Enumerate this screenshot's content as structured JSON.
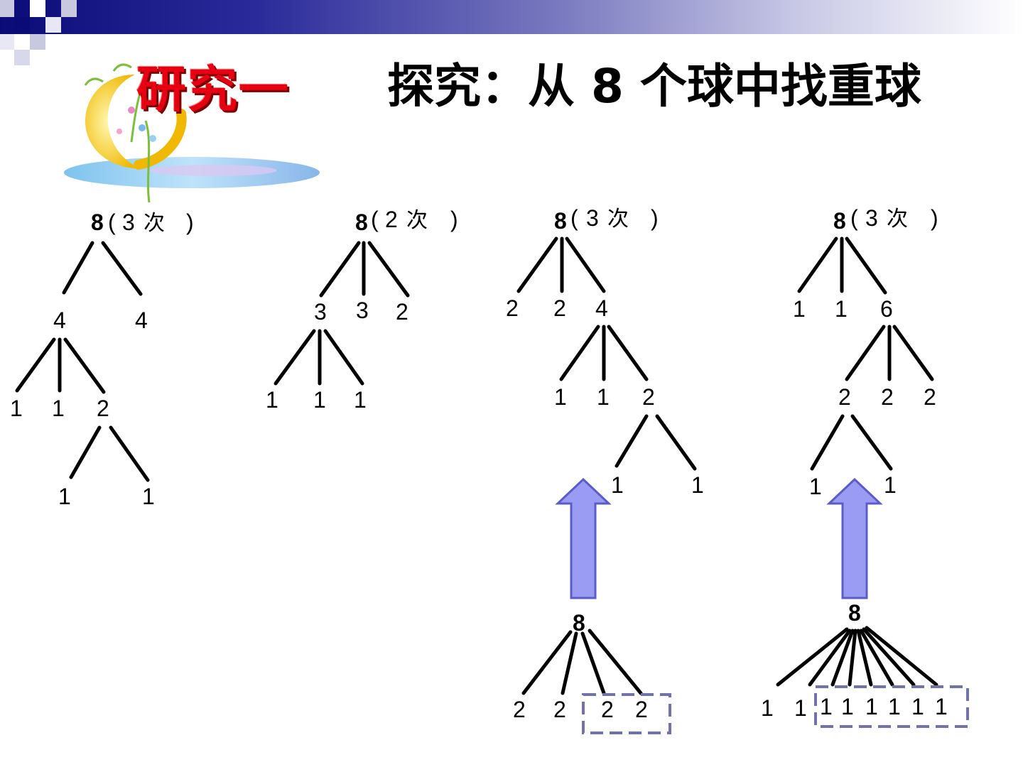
{
  "title": "探究：从 8 个球中找重球",
  "badge": "研究一",
  "times_suffix": "次",
  "trees": [
    {
      "root": "8",
      "times": "3",
      "level1": [
        "4",
        "4"
      ],
      "level2": [
        "1",
        "1",
        "2"
      ],
      "level3": [
        "1",
        "1"
      ]
    },
    {
      "root": "8",
      "times": "2",
      "level1": [
        "3",
        "3",
        "2"
      ],
      "level2": [
        "1",
        "1",
        "1"
      ]
    },
    {
      "root": "8",
      "times": "3",
      "level1": [
        "2",
        "2",
        "4"
      ],
      "level2": [
        "1",
        "1",
        "2"
      ],
      "level3": [
        "1",
        "1"
      ],
      "alt": {
        "root": "8",
        "leaves": [
          "2",
          "2",
          "2",
          "2"
        ]
      }
    },
    {
      "root": "8",
      "times": "3",
      "level1": [
        "1",
        "1",
        "6"
      ],
      "level2": [
        "2",
        "2",
        "2"
      ],
      "level3": [
        "1",
        "1"
      ],
      "alt": {
        "root": "8",
        "leaves": [
          "1",
          "1",
          "1",
          "1",
          "1",
          "1",
          "1",
          "1"
        ]
      }
    }
  ],
  "colors": {
    "header_dark": "#0b0b78",
    "badge_red": "#e60012",
    "arrow_fill": "#9a9cf4",
    "dash_box": "#7272aa"
  }
}
